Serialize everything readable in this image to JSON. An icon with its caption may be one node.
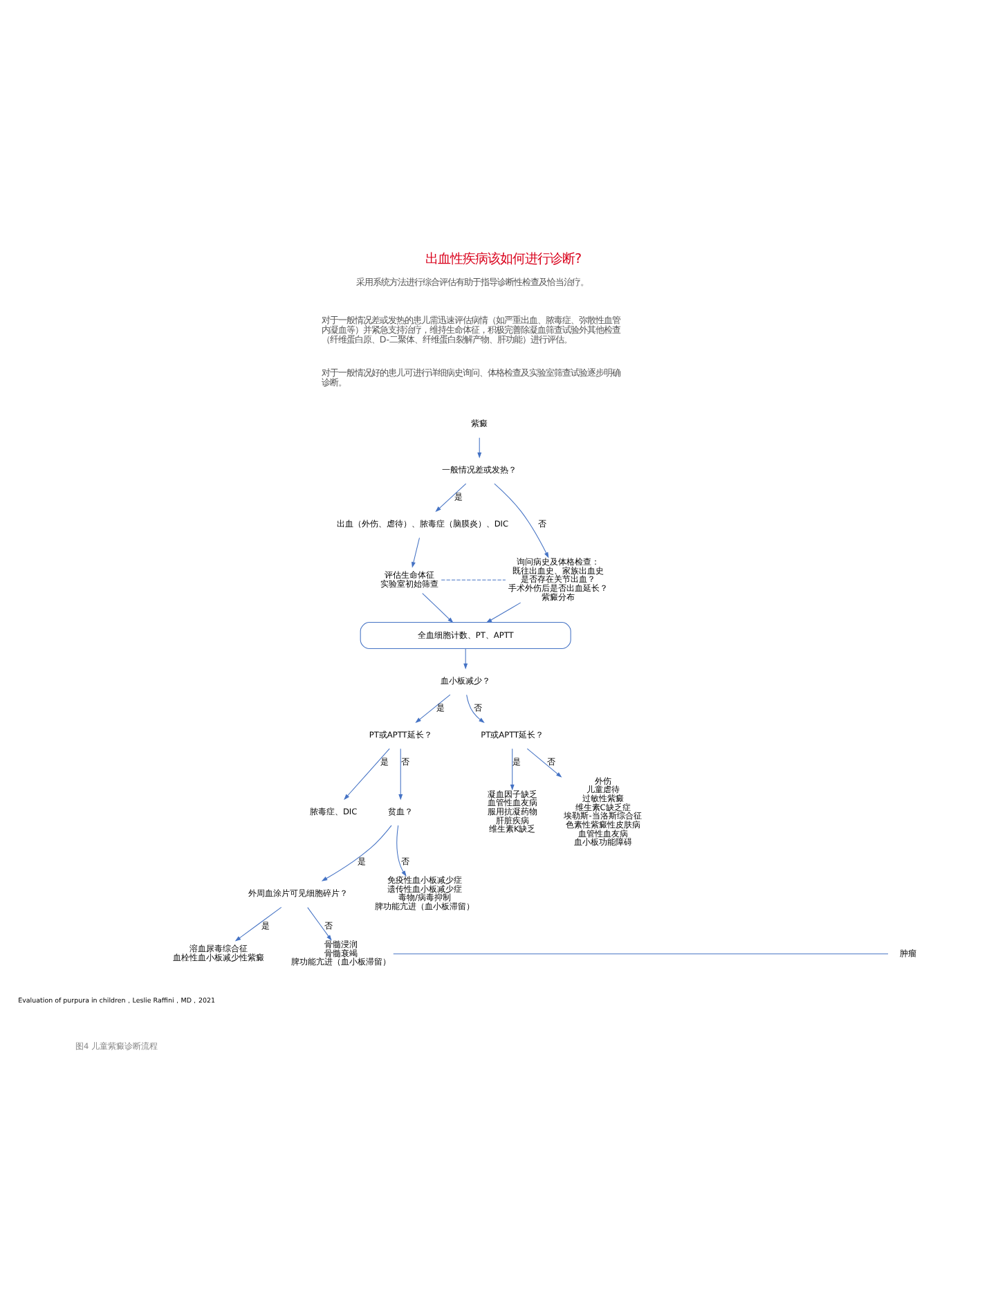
{
  "diagram": {
    "title": "出血性疾病该如何进行诊断?",
    "caption": "图4 儿童紫癜诊断流程",
    "nodes": [
      {
        "text": [
          "紫癜"
        ]
      },
      {
        "text": [
          "一般情况差或发热？"
        ]
      },
      {
        "text": [
          "出血（外伤、虐待）、脓毒症（脑膜炎）、DIC"
        ]
      },
      {
        "text": [
          "评估生命体征实验室初始筛查"
        ]
      },
      {
        "text": [
          "询问病史及体格检查：既往出血史、家族出血史是否存在关节出血？手术外伤后是否出血延长？紫癜分布"
        ]
      },
      {
        "text": [
          "全血细胞计数、PT、APTT"
        ]
      },
      {
        "text": [
          "血小板减少？"
        ]
      },
      {
        "text": [
          "PT或APTT延长？"
        ]
      },
      {
        "text": [
          "PT或APTT延长？"
        ]
      },
      {
        "text": [
          "脓毒症、DIC"
        ]
      },
      {
        "text": [
          "贫血？"
        ]
      },
      {
        "text": [
          "外周血涂片可见细胞碎片？"
        ]
      },
      {
        "text": [
          "免疫性血小板减少症遗传性血小板减少症毒物/病毒抑制脾功能亢进（血小板滞留）"
        ]
      },
      {
        "text": [
          "溶血尿毒综合征血栓性血小板减少性紫癜"
        ]
      },
      {
        "text": [
          "骨髓浸润骨髓衰竭脾功能亢进（血小板滞留）"
        ]
      },
      {
        "text": [
          "肿瘤"
        ]
      },
      {
        "text": [
          "凝血因子缺乏血管性血友病服用抗凝药物肝脏疾病维生素K缺乏"
        ]
      },
      {
        "text": [
          "外伤儿童虐待过敏性紫癜维生素C缺乏症埃勒斯-当洛斯综合征色素性紫癜性皮肤病血管性血友病血小板功能障碍"
        ]
      }
    ],
    "edges": [
      {
        "from": 0,
        "to": 1,
        "arrow": "to"
      },
      {
        "from": 1,
        "to": 2,
        "arrow": "to",
        "label": "是"
      },
      {
        "from": 1,
        "to": 4,
        "arrow": "to",
        "label": "否"
      },
      {
        "from": 2,
        "to": 3,
        "arrow": "to"
      },
      {
        "from": 3,
        "to": 4,
        "arrow": "none",
        "style": "dashed"
      },
      {
        "from": 3,
        "to": 5,
        "arrow": "to"
      },
      {
        "from": 4,
        "to": 5,
        "arrow": "to"
      },
      {
        "from": 5,
        "to": 6,
        "arrow": "to"
      },
      {
        "from": 6,
        "to": 7,
        "arrow": "to",
        "label": "是"
      },
      {
        "from": 6,
        "to": 8,
        "arrow": "to",
        "label": "否"
      },
      {
        "from": 7,
        "to": 9,
        "arrow": "to",
        "label": "是"
      },
      {
        "from": 7,
        "to": 10,
        "arrow": "to",
        "label": "否"
      },
      {
        "from": 8,
        "to": 16,
        "arrow": "to",
        "label": "是"
      },
      {
        "from": 8,
        "to": 17,
        "arrow": "to",
        "label": "否"
      },
      {
        "from": 10,
        "to": 11,
        "arrow": "to",
        "label": "是"
      },
      {
        "from": 10,
        "to": 12,
        "arrow": "to",
        "label": "否"
      },
      {
        "from": 11,
        "to": 13,
        "arrow": "to",
        "label": "是"
      },
      {
        "from": 11,
        "to": 14,
        "arrow": "to",
        "label": "否"
      },
      {
        "from": 14,
        "to": 15,
        "arrow": "none"
      }
    ],
    "labels": [
      "采用系统方法进行综合评估有助于指导诊断性检查及恰当治疗。",
      "对于一般情况差或发热的患儿需迅速评估病情（如严重出血、脓毒症、弥散性血管内凝血等）并紧急支持治疗，维持生命体征，积极完善除凝血筛查试验外其他检查（纤维蛋白原、D-二聚体、纤维蛋白裂解产物、肝功能）进行评估。",
      "对于一般情况好的患儿可进行详细病史询问、体格检查及实验室筛查试验逐步明确诊断。",
      "Evaluation of purpura in children，Leslie Raffini，MD，2021"
    ]
  }
}
